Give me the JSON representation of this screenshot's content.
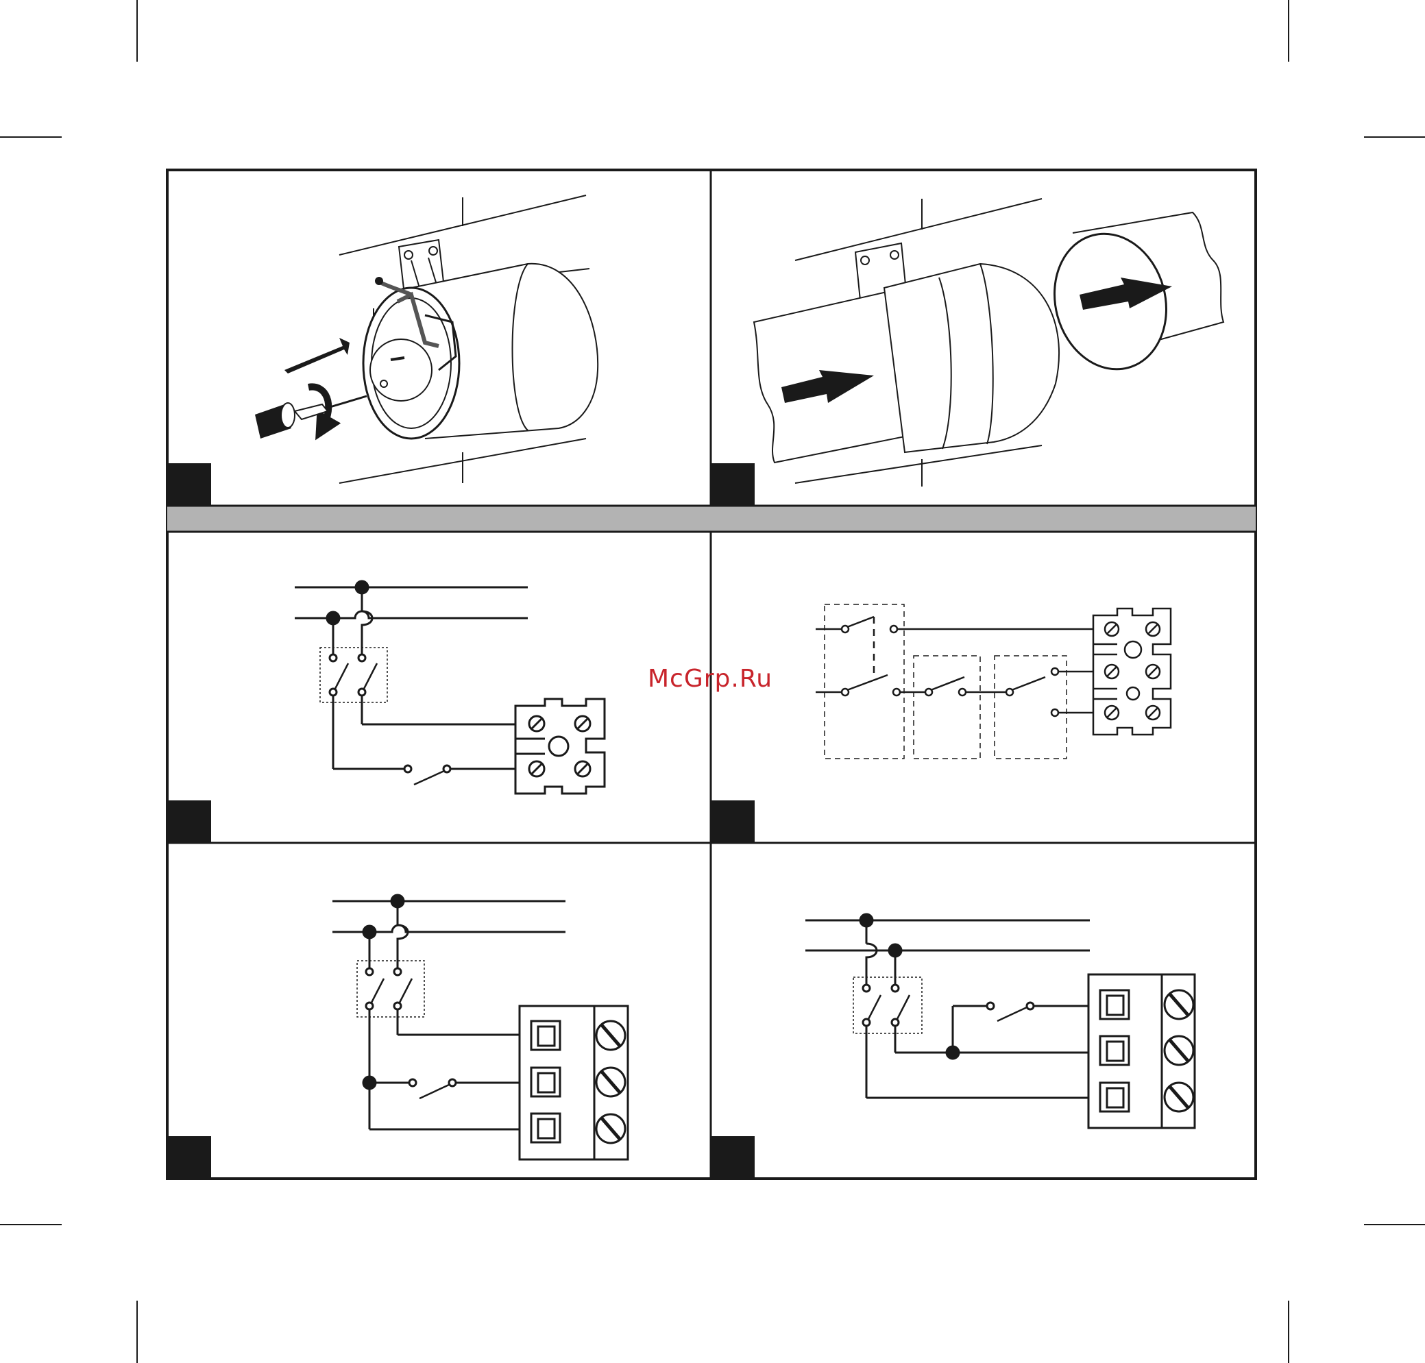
{
  "watermark": {
    "text": "McGrp.Ru",
    "color": "#c8242b"
  },
  "colors": {
    "ink": "#1a1a1a",
    "band": "#b3b3b3",
    "duct": "#ffffff"
  },
  "panels": [
    {
      "name": "install-fan-screwdriver",
      "badge": ""
    },
    {
      "name": "connect-duct-airflow",
      "badge": ""
    },
    {
      "name": "wiring-diagram-switch-terminal-block",
      "badge": ""
    },
    {
      "name": "wiring-diagram-dashed-switches",
      "badge": ""
    },
    {
      "name": "wiring-diagram-switch-terminal-clamps",
      "badge": ""
    },
    {
      "name": "wiring-diagram-junction-terminal-clamps",
      "badge": ""
    }
  ]
}
